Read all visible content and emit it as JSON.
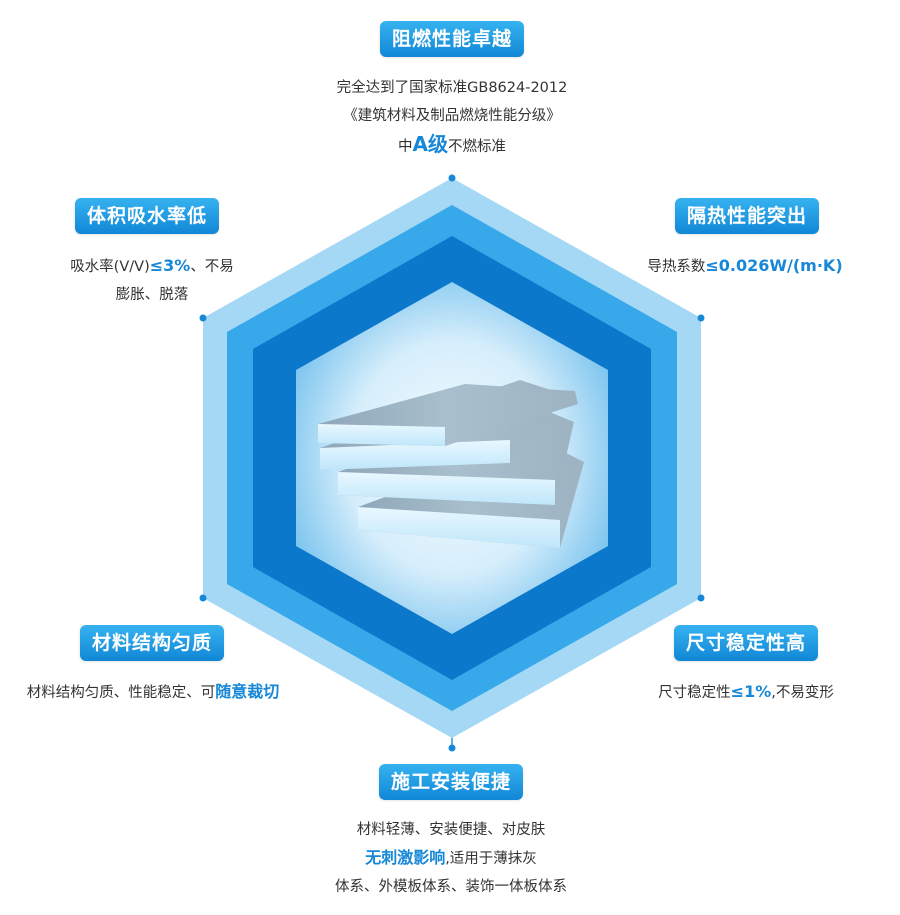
{
  "colors": {
    "accent": "#1787d7",
    "badge_top": "#36b2f0",
    "badge_bottom": "#1187d6",
    "hex_outer": "#a5d8f4",
    "hex_mid": "#37a8ea",
    "hex_inner": "#0b78cc",
    "core_light": "#f0f9ff",
    "core_edge": "#7fc6ef",
    "connector": "#1787d7"
  },
  "features": {
    "top": {
      "title": "阻燃性能卓越",
      "line1": "完全达到了国家标准GB8624-2012",
      "line2": "《建筑材料及制品燃烧性能分级》",
      "line3_pre": "中",
      "line3_hl": "A级",
      "line3_post": "不燃标准"
    },
    "upper_left": {
      "title": "体积吸水率低",
      "line1_pre": "吸水率(V/V)",
      "line1_hl": "≤3%",
      "line1_post": "、不易",
      "line2": "膨胀、脱落"
    },
    "upper_right": {
      "title": "隔热性能突出",
      "line1_pre": "导热系数",
      "line1_hl": "≤0.026W/(m·K)"
    },
    "lower_left": {
      "title": "材料结构匀质",
      "line1_pre": "材料结构匀质、性能稳定、可",
      "line1_hl": "随意裁切"
    },
    "lower_right": {
      "title": "尺寸稳定性高",
      "line1_pre": "尺寸稳定性",
      "line1_hl": "≤1%",
      "line1_post": ",不易变形"
    },
    "bottom": {
      "title": "施工安装便捷",
      "line1": "材料轻薄、安装便捷、对皮肤",
      "line2_hl": "无刺激影响",
      "line2_post": ",适用于薄抹灰",
      "line3": "体系、外模板体系、装饰一体板体系"
    }
  }
}
